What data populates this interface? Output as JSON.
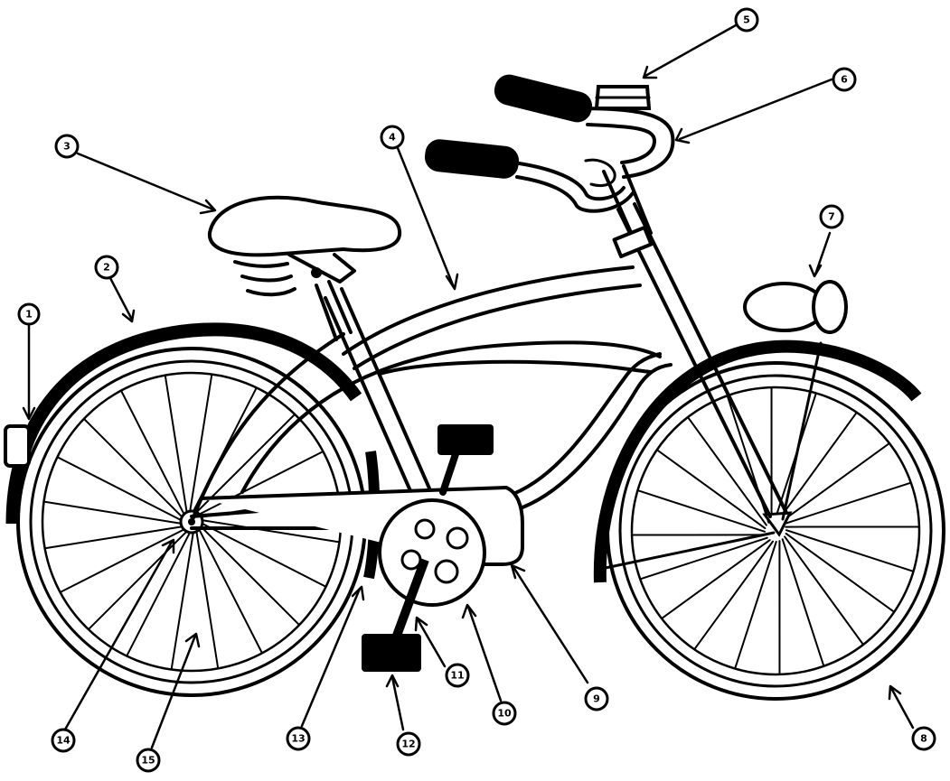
{
  "figure": {
    "subject": "bicycle",
    "colors": {
      "ink": "#000000",
      "paper": "#ffffff"
    },
    "callouts": [
      {
        "id": "c1",
        "number": "1"
      },
      {
        "id": "c2",
        "number": "2"
      },
      {
        "id": "c3",
        "number": "3"
      },
      {
        "id": "c4",
        "number": "4"
      },
      {
        "id": "c5",
        "number": "5"
      },
      {
        "id": "c6",
        "number": "6"
      },
      {
        "id": "c7",
        "number": "7"
      },
      {
        "id": "c8",
        "number": "8"
      },
      {
        "id": "c9",
        "number": "9"
      },
      {
        "id": "c10",
        "number": "10"
      },
      {
        "id": "c11",
        "number": "11"
      },
      {
        "id": "c12",
        "number": "12"
      },
      {
        "id": "c13",
        "number": "13"
      },
      {
        "id": "c14",
        "number": "14"
      },
      {
        "id": "c15",
        "number": "15"
      }
    ]
  }
}
